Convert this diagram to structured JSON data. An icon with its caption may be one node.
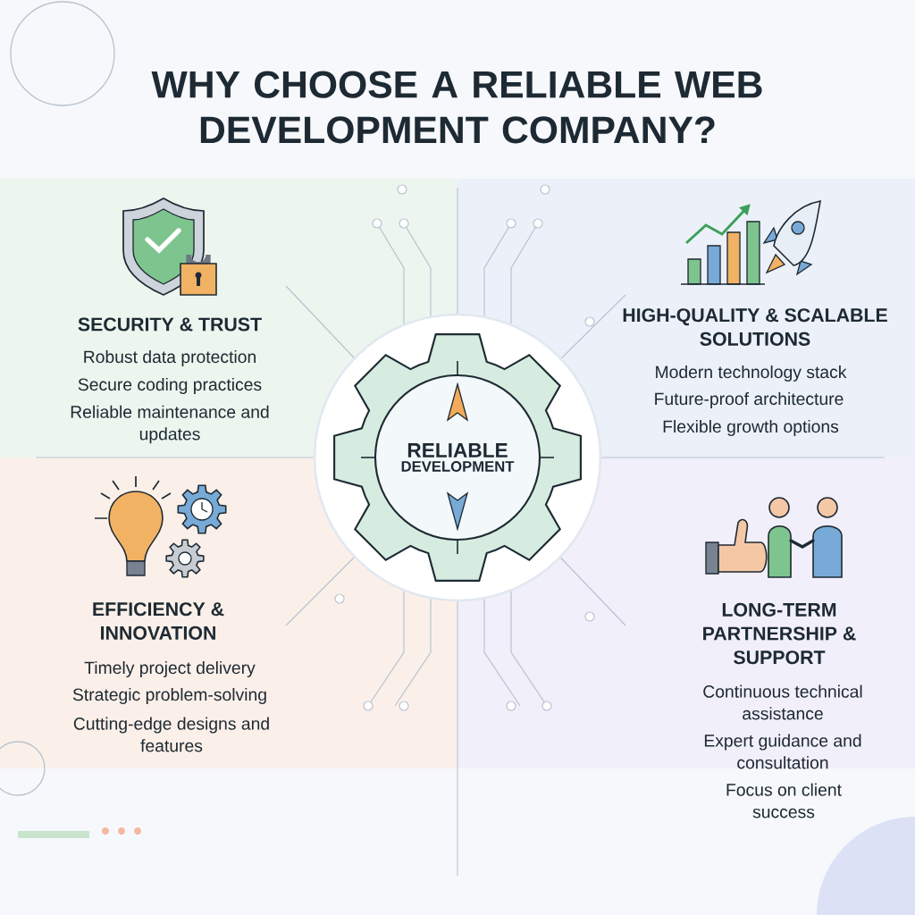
{
  "diagram": {
    "title": "WHY CHOOSE A RELIABLE WEB DEVELOPMENT COMPANY?",
    "nodes": [
      {
        "text": [
          "RELIABLE",
          "DEVELOPMENT"
        ]
      }
    ],
    "labels": [
      "SECURITY & TRUST",
      "Robust data protection",
      "Secure coding practices",
      "Reliable maintenance and updates",
      "HIGH-QUALITY & SCALABLE SOLUTIONS",
      "Modern technology stack",
      "Future-proof architecture",
      "Flexible growth options",
      "EFFICIENCY & INNOVATION",
      "Timely project delivery",
      "Strategic problem-solving",
      "Cutting-edge designs and features",
      "LONG-TERM PARTNERSHIP & SUPPORT",
      "Continuous technical assistance",
      "Expert guidance and consultation",
      "Focus on client success"
    ]
  }
}
